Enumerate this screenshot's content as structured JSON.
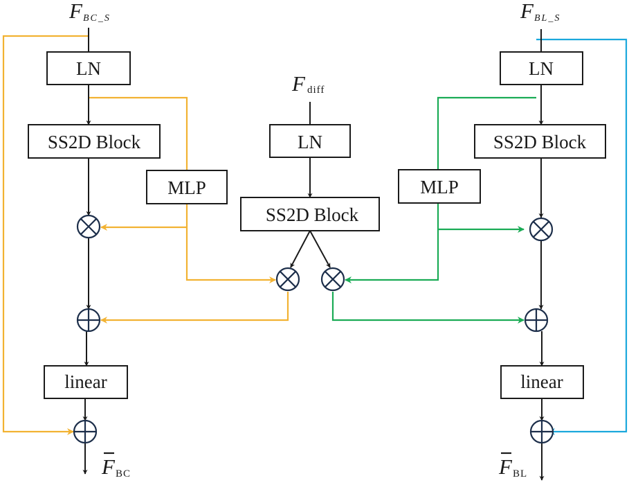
{
  "diagram": {
    "inputs": {
      "left": {
        "symbol": "F",
        "subscript": "BC_S"
      },
      "center": {
        "symbol": "F",
        "subscript": "diff"
      },
      "right": {
        "symbol": "F",
        "subscript": "BL_S"
      }
    },
    "outputs": {
      "left": {
        "symbol": "F",
        "subscript": "BC",
        "overline": true
      },
      "right": {
        "symbol": "F",
        "subscript": "BL",
        "overline": true
      }
    },
    "blocks": {
      "left_ln": "LN",
      "left_ss2d": "SS2D Block",
      "left_mlp": "MLP",
      "left_linear": "linear",
      "center_ln": "LN",
      "center_ss2d": "SS2D Block",
      "right_ln": "LN",
      "right_ss2d": "SS2D Block",
      "right_mlp": "MLP",
      "right_linear": "linear"
    },
    "operators": {
      "multiply": "⊗",
      "add": "⊕"
    },
    "colors": {
      "left_branch": "#f2b232",
      "right_branch": "#1aab55",
      "right_skip": "#1aa8dc",
      "main_flow": "#1a1a1a",
      "operator": "#1c2e4a"
    }
  }
}
